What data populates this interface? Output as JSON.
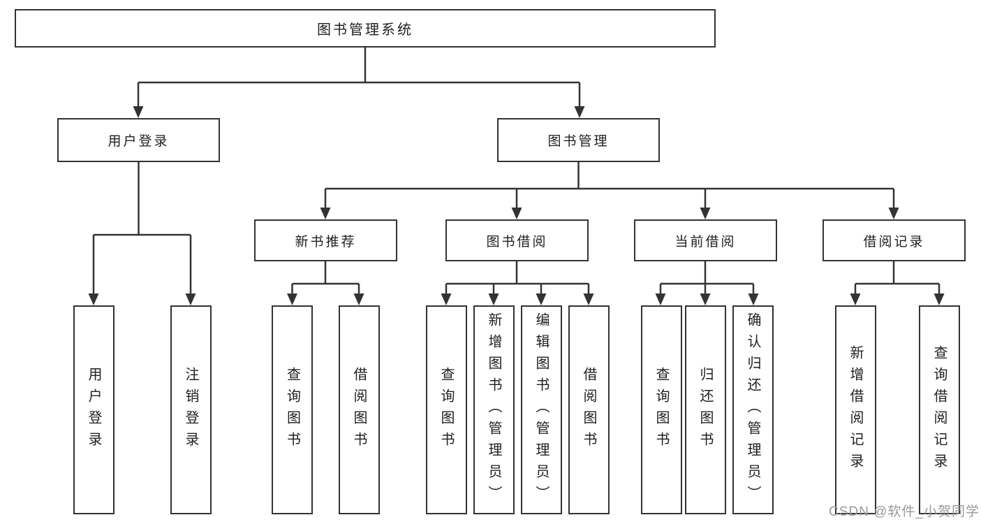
{
  "tree": {
    "root": {
      "label": "图书管理系统"
    },
    "level2": [
      {
        "label": "用户登录"
      },
      {
        "label": "图书管理"
      }
    ],
    "level3": [
      {
        "label": "新书推荐"
      },
      {
        "label": "图书借阅"
      },
      {
        "label": "当前借阅"
      },
      {
        "label": "借阅记录"
      }
    ],
    "leaves": [
      {
        "label": "用户登录"
      },
      {
        "label": "注销登录"
      },
      {
        "label": "查询图书"
      },
      {
        "label": "借阅图书"
      },
      {
        "label": "查询图书"
      },
      {
        "label": "新增图书（管理员）"
      },
      {
        "label": "编辑图书（管理员）"
      },
      {
        "label": "借阅图书"
      },
      {
        "label": "查询图书"
      },
      {
        "label": "归还图书"
      },
      {
        "label": "确认归还（管理员）"
      },
      {
        "label": "新增借阅记录"
      },
      {
        "label": "查询借阅记录"
      }
    ]
  },
  "watermark": {
    "text": "CSDN @软件_小贺同学"
  },
  "colors": {
    "line": "#333333",
    "box_border": "#333333",
    "text": "#1f1f1f",
    "background": "#ffffff",
    "watermark": "#98989e"
  }
}
